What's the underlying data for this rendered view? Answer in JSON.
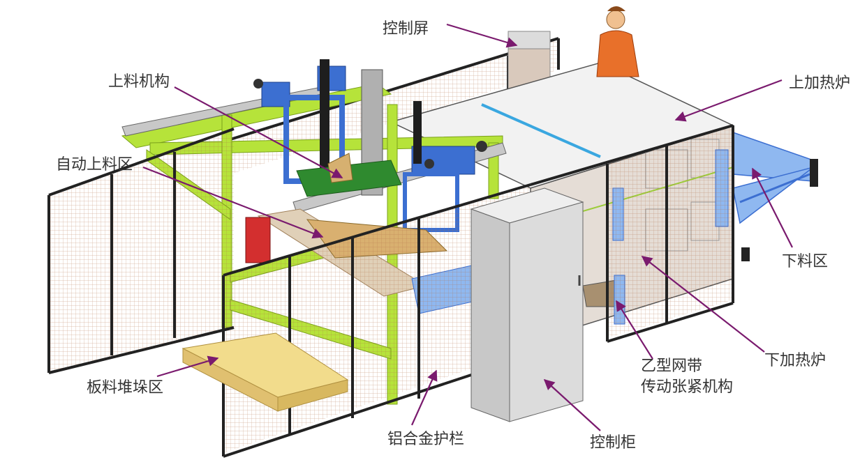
{
  "labels": {
    "control_screen": "控制屏",
    "loading_mechanism": "上料机构",
    "upper_furnace": "上加热炉",
    "auto_loading_zone": "自动上料区",
    "unloading_zone": "下料区",
    "lower_furnace": "下加热炉",
    "belt_line1": "乙型网带",
    "belt_line2": "传动张紧机构",
    "stacking_zone": "板料堆垛区",
    "guardrail": "铝合金护栏",
    "control_cabinet": "控制柜"
  },
  "colors": {
    "arrow": "#7a1a6e",
    "frame_green": "#b6e33a",
    "fence_mesh": "#a0522d",
    "blue_part": "#3c6fd1",
    "light_blue": "#8fb8f0",
    "furnace_top": "#f2f2f2",
    "cabinet": "#dcdcdc",
    "pallet": "#f2dc8c"
  }
}
